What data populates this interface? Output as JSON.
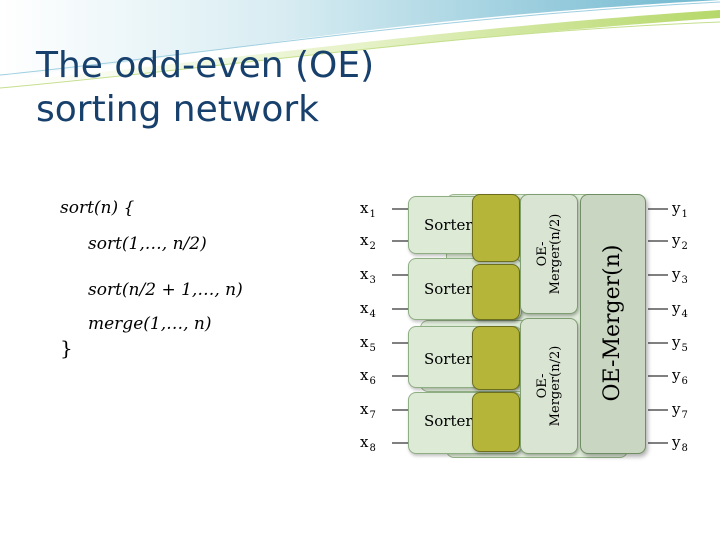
{
  "title_line1": "The odd-even (OE)",
  "title_line2": "sorting network",
  "code": {
    "line1": "sort(n) {",
    "line2": "sort(1,…, n/2)",
    "line3": "sort(n/2 + 1,…, n)",
    "line4": "merge(1,…, n)",
    "line5": "}"
  },
  "inputs": [
    "x",
    "x",
    "x",
    "x",
    "x",
    "x",
    "x",
    "x"
  ],
  "input_subs": [
    "1",
    "2",
    "3",
    "4",
    "5",
    "6",
    "7",
    "8"
  ],
  "outputs": [
    "y",
    "y",
    "y",
    "y",
    "y",
    "y",
    "y",
    "y"
  ],
  "output_subs": [
    "1",
    "2",
    "3",
    "4",
    "5",
    "6",
    "7",
    "8"
  ],
  "sorters": [
    "Sorter(",
    "Sorter(",
    "Sorter(",
    "Sorter("
  ],
  "merger_small_top": [
    "OE-",
    "Merger(n/2)"
  ],
  "merger_small_bottom": [
    "OE-",
    "Merger(n/2)"
  ],
  "merger_big": "OE-Merger(n)",
  "colors": {
    "title": "#17406d",
    "olive": "#b5b53a",
    "green": "#ddebd6"
  }
}
